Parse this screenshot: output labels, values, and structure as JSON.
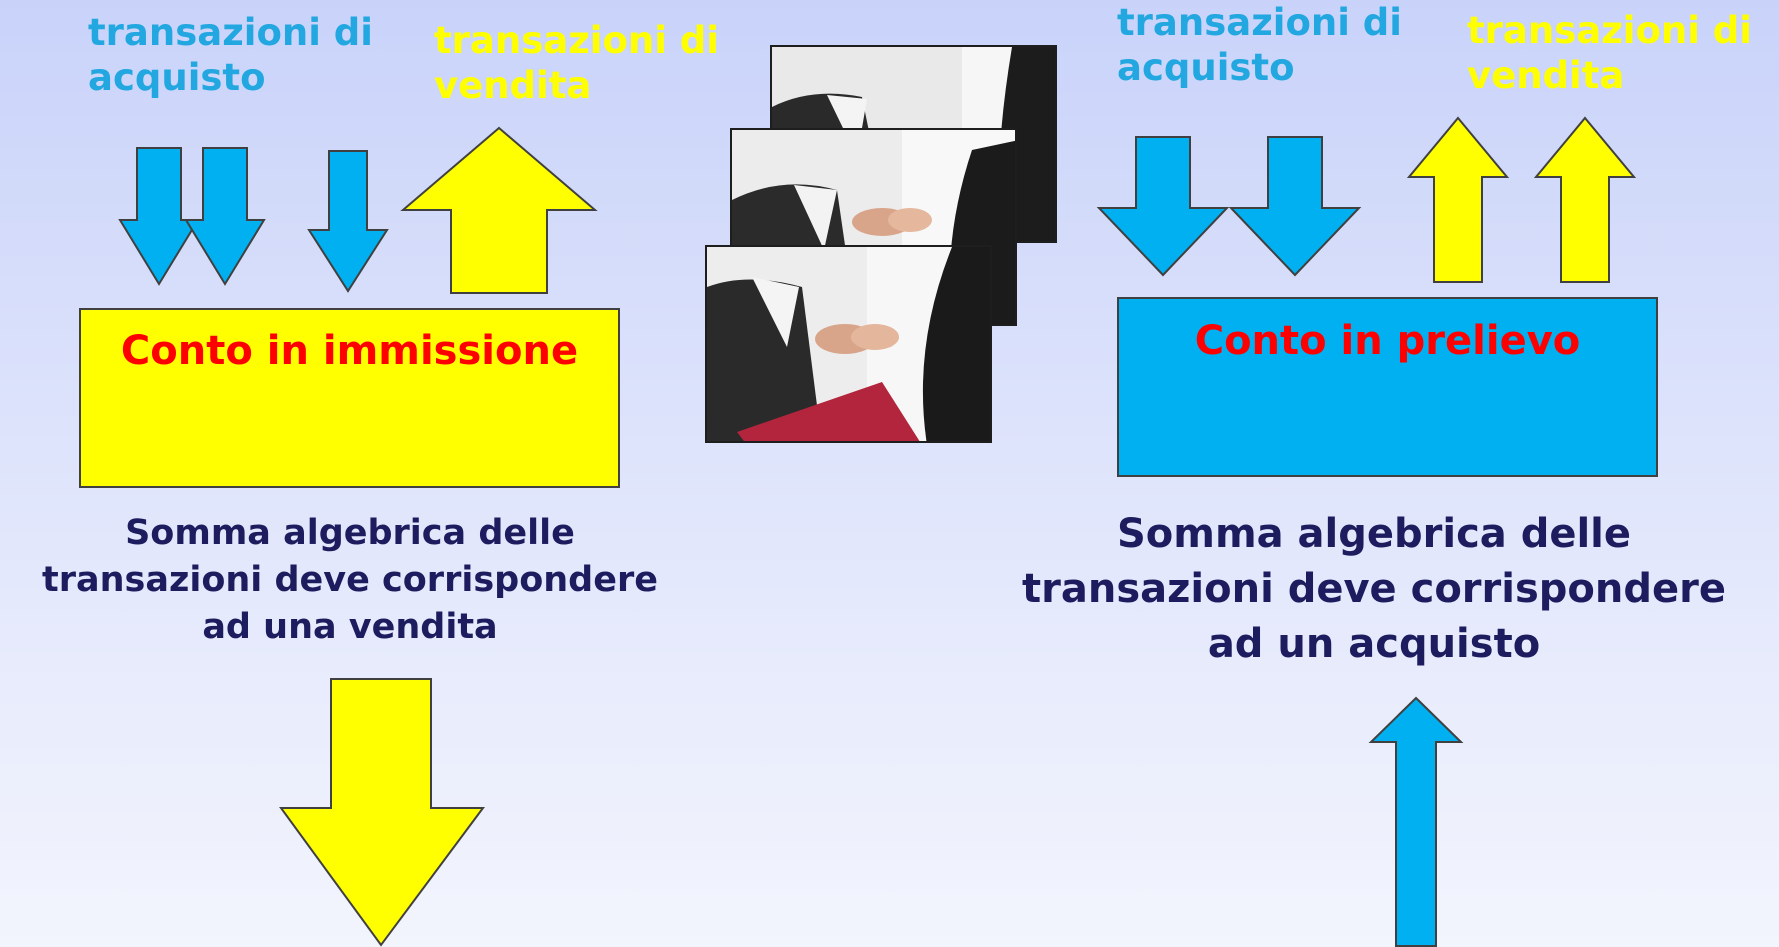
{
  "left": {
    "label_purchase": "transazioni di acquisto",
    "label_sale": "transazioni di vendita",
    "box_title": "Conto in immissione",
    "summary_lines": [
      "Somma algebrica delle",
      "transazioni deve corrispondere",
      "ad una vendita"
    ]
  },
  "right": {
    "label_purchase": "transazioni di acquisto",
    "label_sale": "transazioni di vendita",
    "box_title": "Conto in prelievo",
    "summary_lines": [
      "Somma algebrica delle",
      "transazioni deve corrispondere",
      "ad un acquisto"
    ]
  },
  "colors": {
    "blue": "#00b0f0",
    "yellow": "#ffff00",
    "title_red": "#ff0000",
    "summary_navy": "#1c1c5e",
    "outline": "#404040"
  },
  "icons": {
    "purchase_arrow": "arrow-down-icon",
    "sale_arrow": "arrow-up-icon",
    "photo": "handshake-photo"
  }
}
